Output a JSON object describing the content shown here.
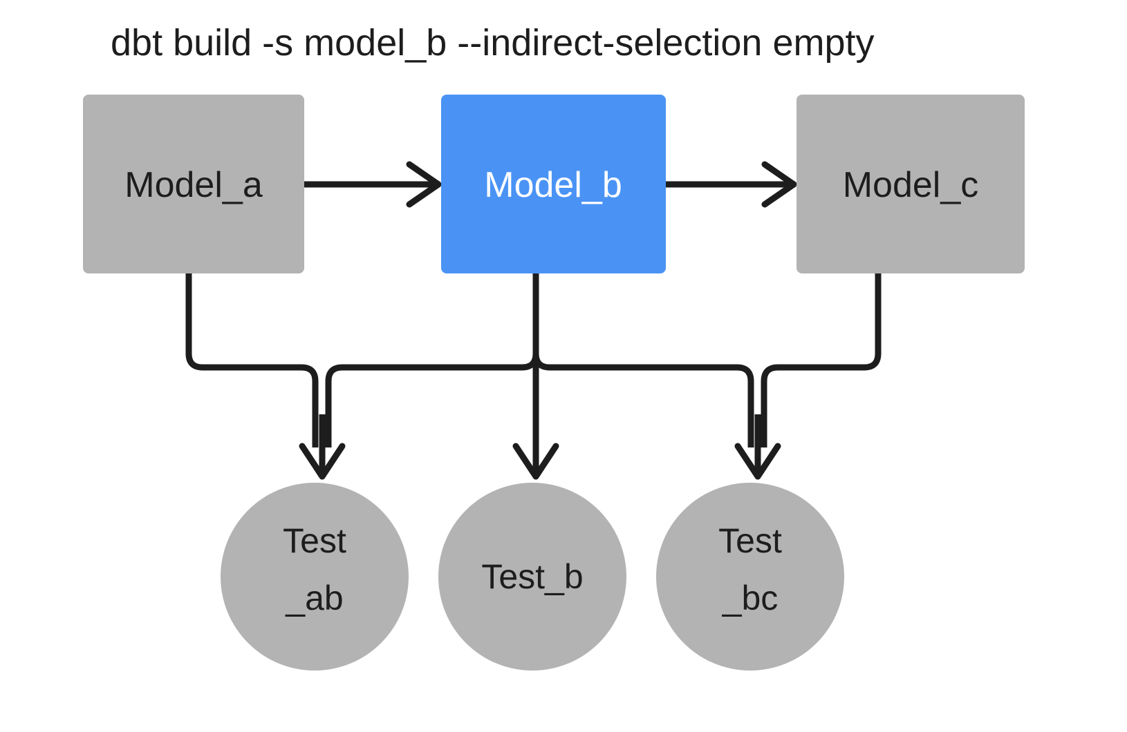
{
  "title": "dbt build -s model_b --indirect-selection empty",
  "colors": {
    "background": "#ffffff",
    "node_gray": "#b3b3b3",
    "node_selected_blue": "#4a93f5",
    "edge": "#1d1d1d",
    "text_dark": "#1d1d1d",
    "text_light": "#ffffff"
  },
  "models": [
    {
      "id": "model_a",
      "label": "Model_a",
      "state": "unselected",
      "fill": "#b3b3b3",
      "text_color": "#1d1d1d"
    },
    {
      "id": "model_b",
      "label": "Model_b",
      "state": "selected",
      "fill": "#4a93f5",
      "text_color": "#ffffff"
    },
    {
      "id": "model_c",
      "label": "Model_c",
      "state": "unselected",
      "fill": "#b3b3b3",
      "text_color": "#1d1d1d"
    }
  ],
  "tests": [
    {
      "id": "test_ab",
      "label": "Test_ab",
      "line1": "Test",
      "line2": "_ab",
      "state": "unselected",
      "fill": "#b3b3b3"
    },
    {
      "id": "test_b",
      "label": "Test_b",
      "line1": "Test_b",
      "line2": "",
      "state": "unselected",
      "fill": "#b3b3b3"
    },
    {
      "id": "test_bc",
      "label": "Test_bc",
      "line1": "Test",
      "line2": "_bc",
      "state": "unselected",
      "fill": "#b3b3b3"
    }
  ],
  "edges": [
    {
      "from": "model_a",
      "to": "model_b",
      "kind": "model-to-model"
    },
    {
      "from": "model_b",
      "to": "model_c",
      "kind": "model-to-model"
    },
    {
      "from": "model_a",
      "to": "test_ab",
      "kind": "model-to-test"
    },
    {
      "from": "model_b",
      "to": "test_ab",
      "kind": "model-to-test"
    },
    {
      "from": "model_b",
      "to": "test_b",
      "kind": "model-to-test"
    },
    {
      "from": "model_b",
      "to": "test_bc",
      "kind": "model-to-test"
    },
    {
      "from": "model_c",
      "to": "test_bc",
      "kind": "model-to-test"
    }
  ]
}
